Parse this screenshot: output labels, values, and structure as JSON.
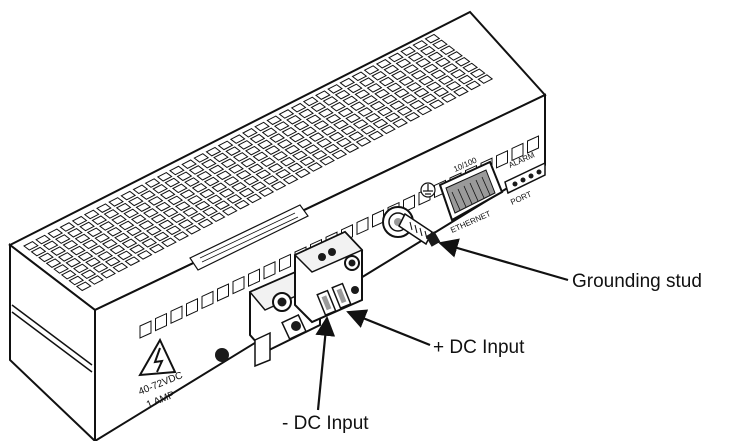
{
  "labels": {
    "grounding_stud": "Grounding stud",
    "plus_dc_input": "+ DC Input",
    "minus_dc_input": "- DC Input"
  },
  "panel_markings": {
    "voltage": "40-72VDC",
    "current": "1 AMP",
    "port_speed": "10/100",
    "ethernet": "ETHERNET",
    "alarm": "ALARM",
    "port": "PORT"
  },
  "colors": {
    "line": "#111111",
    "fill": "#ffffff",
    "shade": "#9a9a9a",
    "dark": "#1a1a1a"
  },
  "icons": {
    "warning": "lightning-bolt-icon",
    "ground": "ground-symbol-icon"
  }
}
